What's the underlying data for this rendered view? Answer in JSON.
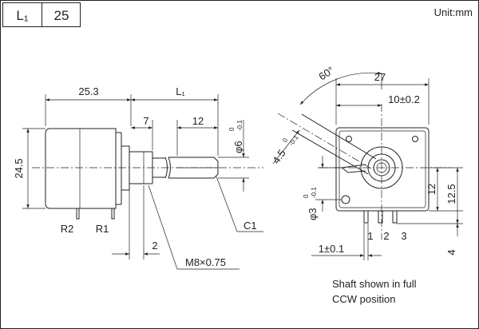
{
  "table": {
    "header": "L₁",
    "value": "25"
  },
  "units": "Unit:mm",
  "side_view": {
    "dim_body_length": "25.3",
    "dim_shaft_length": "L₁",
    "dim_bushing_length": "7",
    "dim_flat_length": "12",
    "dim_shaft_dia": "φ6",
    "dim_shaft_dia_tol": "-0.1",
    "dim_shaft_dia_tol_zero": "0",
    "dim_body_height": "24.5",
    "dim_bushing_offset": "2",
    "chamfer": "C1",
    "thread": "M8×0.75",
    "terminal_r2": "R2",
    "terminal_r1": "R1"
  },
  "front_view": {
    "dim_angle": "60°",
    "dim_width": "27",
    "dim_center": "10±0.2",
    "dim_flat": "4.5",
    "dim_flat_tol": "-0.1",
    "dim_flat_tol_zero": "0",
    "dim_pin_dia": "φ3",
    "dim_pin_dia_tol": "-0.1",
    "dim_pin_dia_tol_zero": "0",
    "dim_pin_height": "12",
    "dim_overall_height": "12.5",
    "dim_terminal": "4",
    "dim_pitch": "1±0.1",
    "terminal_1": "1",
    "terminal_2": "2",
    "terminal_3": "3"
  },
  "note_line1": "Shaft shown in full",
  "note_line2": "CCW position"
}
